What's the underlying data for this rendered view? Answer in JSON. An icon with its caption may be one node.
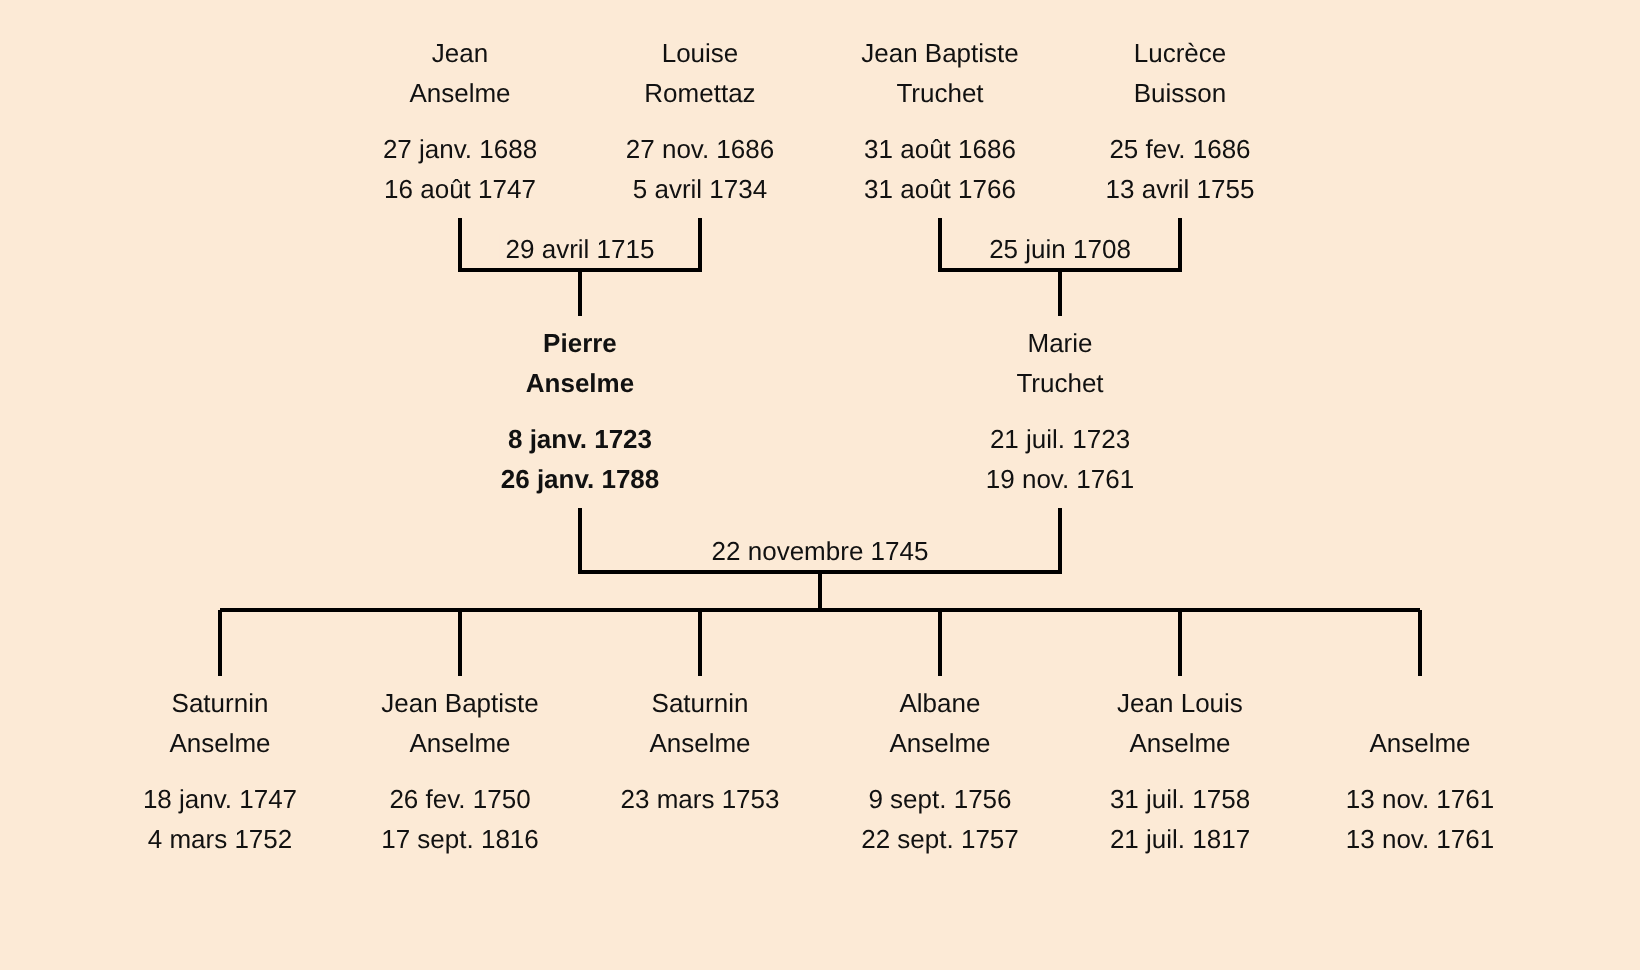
{
  "diagram": {
    "nodes": [
      {
        "text": [
          "Jean Anselme",
          "27 janv. 1688",
          "16 août 1747"
        ]
      },
      {
        "text": [
          "Louise Romettaz",
          "27 nov. 1686",
          "5 avril 1734"
        ]
      },
      {
        "text": [
          "Jean Baptiste Truchet",
          "31 août 1686",
          "31 août 1766"
        ]
      },
      {
        "text": [
          "Lucrèce Buisson",
          "25 fev. 1686",
          "13 avril 1755"
        ]
      },
      {
        "text": [
          "Pierre Anselme",
          "8 janv. 1723",
          "26 janv. 1788"
        ]
      },
      {
        "text": [
          "Marie Truchet",
          "21 juil. 1723",
          "19 nov. 1761"
        ]
      },
      {
        "text": [
          "Saturnin Anselme",
          "18 janv. 1747",
          "4 mars 1752"
        ]
      },
      {
        "text": [
          "Jean Baptiste Anselme",
          "26 fev. 1750",
          "17 sept. 1816"
        ]
      },
      {
        "text": [
          "Saturnin Anselme",
          "23 mars 1753"
        ]
      },
      {
        "text": [
          "Albane Anselme",
          "9 sept. 1756",
          "22 sept. 1757"
        ]
      },
      {
        "text": [
          "Jean Louis Anselme",
          "31 juil. 1758",
          "21 juil. 1817"
        ]
      },
      {
        "text": [
          "Anselme",
          "13 nov. 1761",
          "13 nov. 1761"
        ]
      }
    ],
    "edges": [
      {
        "from": 0,
        "to": 1,
        "arrow": "none",
        "label": "29 avril 1715"
      },
      {
        "from": 0,
        "to": 4,
        "arrow": "none"
      },
      {
        "from": 1,
        "to": 4,
        "arrow": "none"
      },
      {
        "from": 2,
        "to": 3,
        "arrow": "none",
        "label": "25 juin 1708"
      },
      {
        "from": 2,
        "to": 5,
        "arrow": "none"
      },
      {
        "from": 3,
        "to": 5,
        "arrow": "none"
      },
      {
        "from": 4,
        "to": 5,
        "arrow": "none",
        "label": "22 novembre 1745"
      },
      {
        "from": 4,
        "to": 6,
        "arrow": "none"
      },
      {
        "from": 5,
        "to": 6,
        "arrow": "none"
      },
      {
        "from": 4,
        "to": 7,
        "arrow": "none"
      },
      {
        "from": 5,
        "to": 7,
        "arrow": "none"
      },
      {
        "from": 4,
        "to": 8,
        "arrow": "none"
      },
      {
        "from": 5,
        "to": 8,
        "arrow": "none"
      },
      {
        "from": 4,
        "to": 9,
        "arrow": "none"
      },
      {
        "from": 5,
        "to": 9,
        "arrow": "none"
      },
      {
        "from": 4,
        "to": 10,
        "arrow": "none"
      },
      {
        "from": 5,
        "to": 10,
        "arrow": "none"
      },
      {
        "from": 4,
        "to": 11,
        "arrow": "none"
      },
      {
        "from": 5,
        "to": 11,
        "arrow": "none"
      }
    ]
  }
}
